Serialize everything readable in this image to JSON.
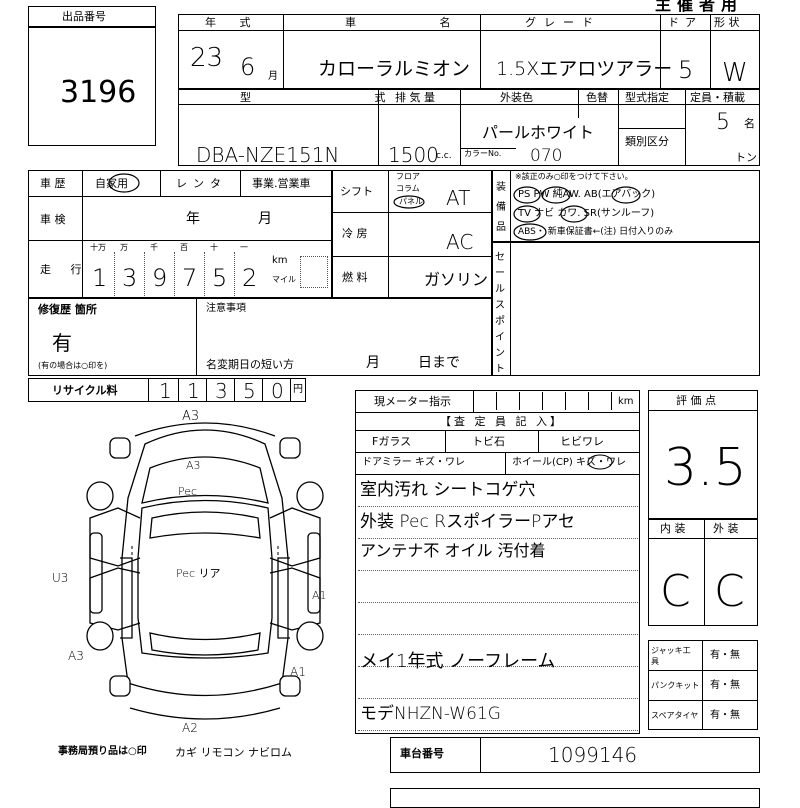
{
  "header": {
    "top_title": "主催者用"
  },
  "lot": {
    "label": "出品番号",
    "number": "3196"
  },
  "vehicle": {
    "year_label": "年 式",
    "year": "23",
    "month": "6",
    "month_unit": "月",
    "name_label": "車 名",
    "name": "カローラルミオン",
    "grade_label": "グレード",
    "grade": "1.5Xエアロツアラー",
    "doors_label": "ドア",
    "doors": "5",
    "shape_label": "形 状",
    "shape": "W",
    "model_label": "型 式",
    "model": "DBA-NZE151N",
    "displacement_label": "排 気 量",
    "displacement": "1500",
    "cc_unit": "c.c.",
    "color_label": "外装色",
    "color": "パールホワイト",
    "color_change_label": "色替",
    "color_code_label": "カラーNo.",
    "color_code": "070",
    "type_designation_label": "型式指定",
    "class_label": "類別区分",
    "capacity_label": "定員・積載",
    "capacity": "5",
    "capacity_unit": "名",
    "ton_unit": "トン"
  },
  "history": {
    "label": "車 歴",
    "options": "自家用",
    "rental": "レンタ",
    "business": "事業.営業車",
    "inspection_label": "車 検",
    "year_unit": "年",
    "month_unit": "月",
    "mileage_label": "走 行",
    "digit_labels": [
      "十万",
      "万",
      "千",
      "百",
      "十",
      "一"
    ],
    "mileage_digits": [
      "1",
      "3",
      "9",
      "7",
      "5",
      "2"
    ],
    "km_label": "km",
    "mile_label": "マイル"
  },
  "specs": {
    "shift_label": "シフト",
    "shift_options": [
      "フロア",
      "コラム",
      "パネル"
    ],
    "shift": "AT",
    "ac_label": "冷 房",
    "ac": "AC",
    "fuel_label": "燃 料",
    "fuel": "ガソリン"
  },
  "equipment": {
    "label": "装備品",
    "note": "※該正のみ○印をつけて下さい。",
    "row1": "PS PW 純AW. AB(エアバック)",
    "row2": "TV ナビ カワ. SR(サンルーフ)",
    "row3": "ABS・ 新車保証書←(注) 日付入りのみ"
  },
  "sales_point": {
    "label": "セールスポイント"
  },
  "repair": {
    "label": "修復歴 箇所",
    "value": "有",
    "note": "(有の場合は○印を)"
  },
  "notes": {
    "label": "注意事項",
    "name_change": "名変期日の短い方",
    "month": "月",
    "day": "日まで"
  },
  "recycle": {
    "label": "リサイクル料",
    "amount_digits": [
      "1",
      "1",
      "3",
      "5",
      "0"
    ],
    "yen": "円"
  },
  "inspector": {
    "meter_label": "現メーター指示",
    "km": "km",
    "inspector_label": "【査 定 員 記 入】",
    "glass": "Fガラス",
    "chip": "トビ石",
    "crack": "ヒビワレ",
    "mirror": "ドアミラー キズ・ワレ",
    "wheel": "ホイール(CP) キズ・ワレ",
    "remarks": [
      "室内汚れ シートコゲ穴",
      "外装 Pec RスポイラーPアセ",
      "アンテナ不 オイル 汚付着",
      "",
      "",
      "メイ1年式 ノーフレーム",
      "",
      "モデNHZN-W61G"
    ]
  },
  "score": {
    "label": "評 価 点",
    "value": "3.5",
    "interior_label": "内 装",
    "exterior_label": "外 装",
    "interior": "C",
    "exterior": "C"
  },
  "tools": {
    "jack_label": "ジャッキ工 具",
    "jack": "有・無",
    "puncture_label": "パンクキット",
    "puncture": "有・無",
    "spare_label": "スペアタイヤ",
    "spare": "有・無"
  },
  "chassis": {
    "label": "車台番号",
    "value": "1099146"
  },
  "diagram": {
    "marks": [
      "A3",
      "A3",
      "Pec",
      "Pec リア",
      "U3",
      "A1",
      "A3",
      "A1",
      "A2"
    ]
  },
  "footer": {
    "office_note": "事務局預り品は○印",
    "items": "カギ リモコン ナビロム"
  }
}
